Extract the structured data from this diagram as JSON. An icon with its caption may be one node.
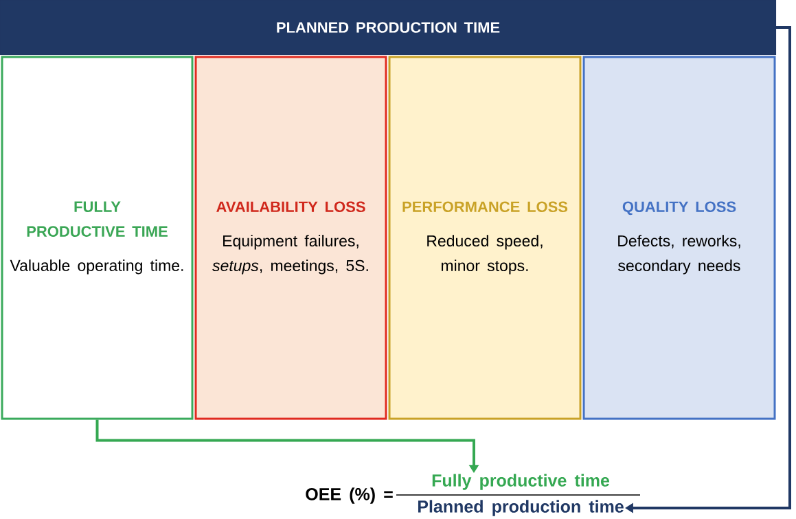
{
  "diagram": {
    "nodes": [
      {
        "text": [
          "PLANNED PRODUCTION TIME"
        ]
      },
      {
        "text": [
          "FULLY PRODUCTIVE TIME",
          "Valuable operating time."
        ]
      },
      {
        "text": [
          "AVAILABILITY LOSS",
          "Equipment failures, *setups*, meetings, 5S."
        ]
      },
      {
        "text": [
          "PERFORMANCE LOSS",
          "Reduced speed, minor stops."
        ]
      },
      {
        "text": [
          "QUALITY LOSS",
          "Defects, reworks, secondary needs"
        ]
      },
      {
        "text": [
          "Fully productive time"
        ]
      },
      {
        "text": [
          "Planned production time"
        ]
      }
    ],
    "edges": [
      {
        "from": 1,
        "to": 5,
        "arrow": "to",
        "color": "#35a852"
      },
      {
        "from": 0,
        "to": 6,
        "arrow": "to",
        "color": "#203864"
      }
    ],
    "labels": [
      "OEE (%) ="
    ]
  }
}
